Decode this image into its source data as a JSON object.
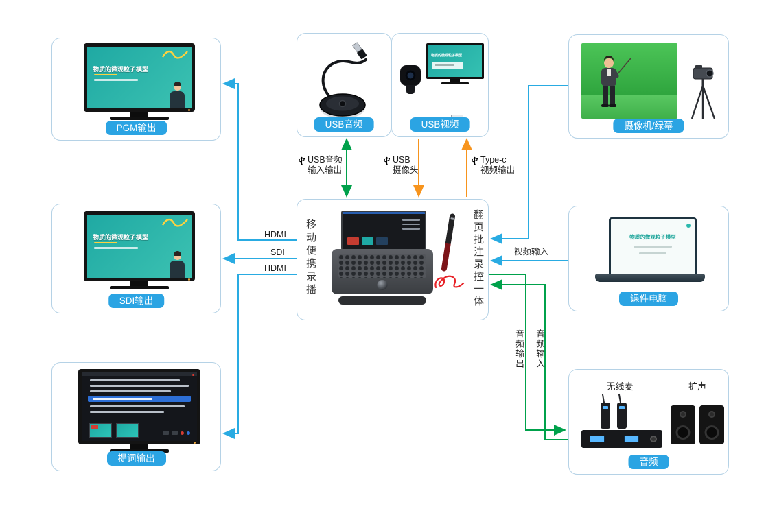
{
  "colors": {
    "arrow_blue": "#29abe2",
    "arrow_green": "#00a14b",
    "arrow_orange": "#f7941d",
    "pill_bg": "#2ba4e3",
    "box_border": "#b5d2e6",
    "green_screen": "#3db54a",
    "screen_teal": "#1fa9a3"
  },
  "nodes": {
    "pgm": {
      "label": "PGM输出",
      "screen_title": "物质的微观粒子模型"
    },
    "sdi": {
      "label": "SDI输出",
      "screen_title": "物质的微观粒子模型"
    },
    "prompter": {
      "label": "提词输出"
    },
    "usb_audio": {
      "label": "USB音频"
    },
    "usb_video": {
      "label": "USB视频",
      "screen_title": "物质的微观粒子模型"
    },
    "camera": {
      "label": "摄像机/绿幕"
    },
    "computer": {
      "label": "课件电脑",
      "screen_title": "物质的微观粒子模型"
    },
    "audio": {
      "label": "音频",
      "mic_label": "无线麦",
      "speaker_label": "扩声"
    },
    "recorder": {
      "left_label": "移动便携录播",
      "right_label": "翻页批注录控一体"
    }
  },
  "edges": {
    "hdmi_pgm": {
      "label": "HDMI"
    },
    "sdi_out": {
      "label": "SDI"
    },
    "hdmi_prompter": {
      "label": "HDMI"
    },
    "usb_audio_io": {
      "line1": "USB音频",
      "line2": "输入输出"
    },
    "usb_camera": {
      "line1": "USB",
      "line2": "摄像头"
    },
    "typec_video": {
      "line1": "Type-c",
      "line2": "视频输出"
    },
    "video_in": {
      "label": "视频输入"
    },
    "audio_out": {
      "label": "音频输出"
    },
    "audio_in": {
      "label": "音频输入"
    }
  }
}
